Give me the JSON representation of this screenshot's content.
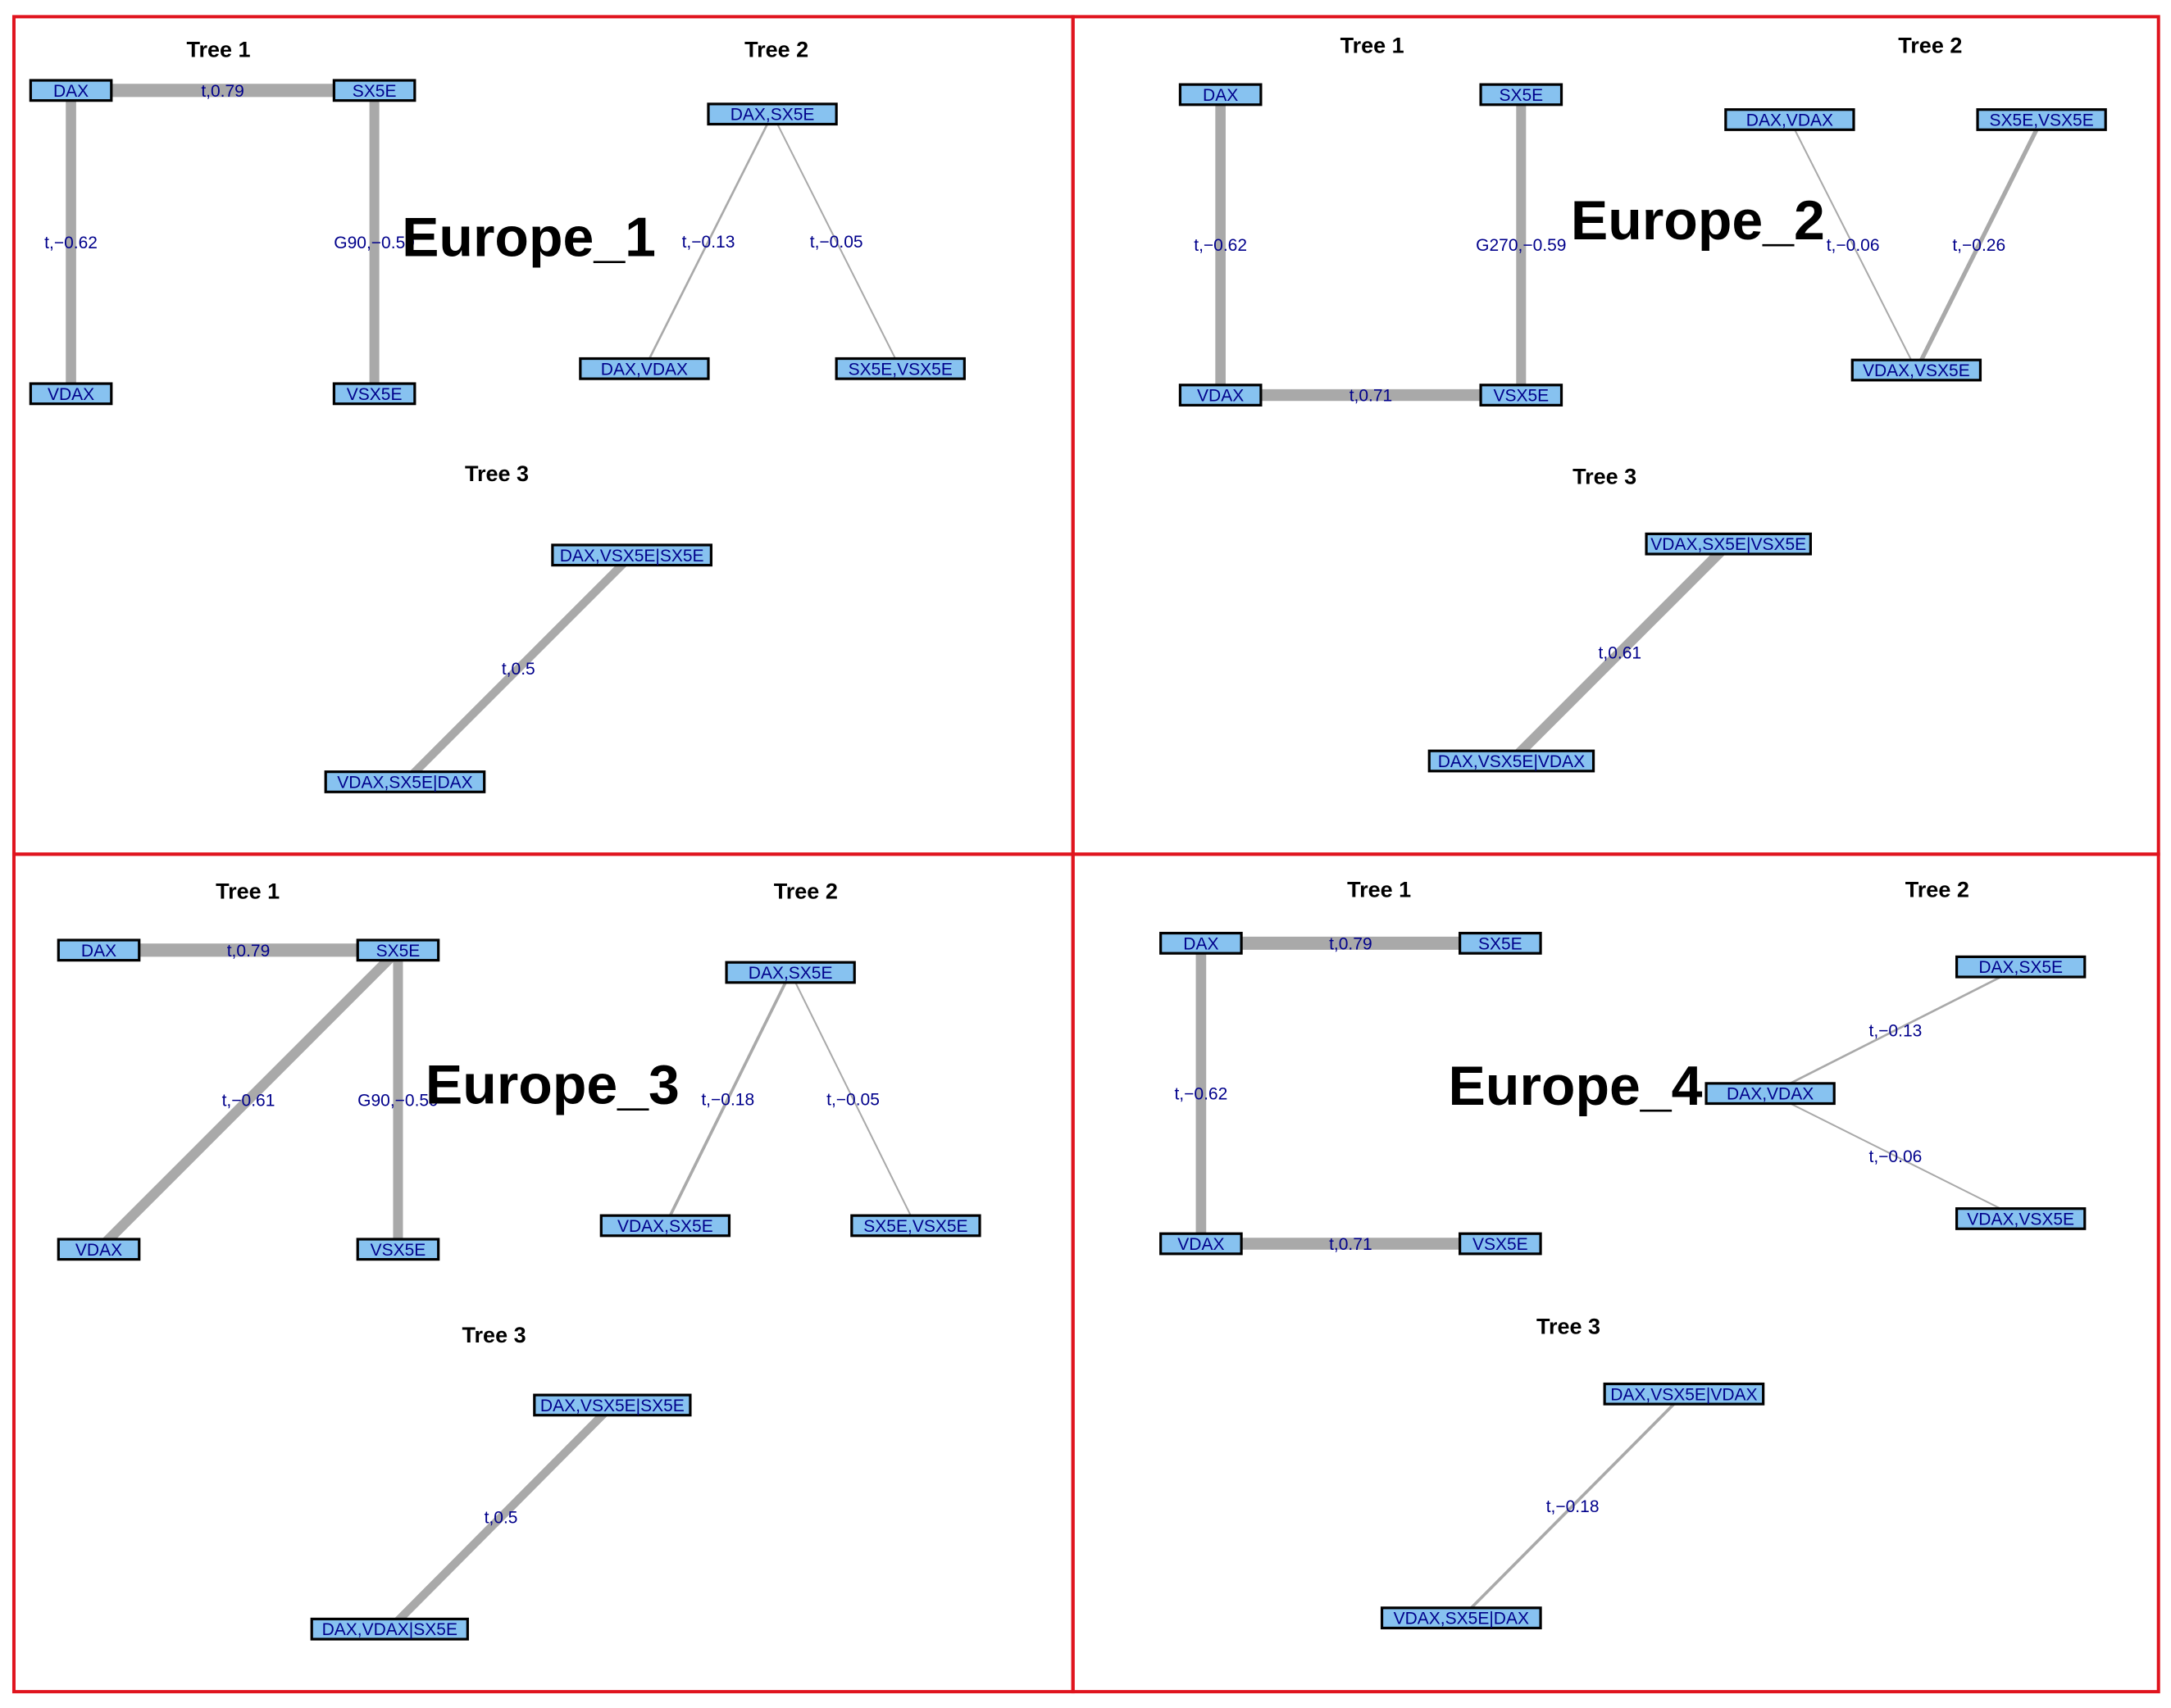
{
  "colors": {
    "frame": "#e0141e",
    "node_fill": "#87c2f0",
    "node_border": "#000000",
    "edge": "#a9a9a9",
    "label_text": "#00008b",
    "title_text": "#000000"
  },
  "panels": [
    {
      "title": "Europe_1",
      "trees": [
        {
          "title": "Tree 1",
          "nodes": [
            "DAX",
            "SX5E",
            "VDAX",
            "VSX5E"
          ],
          "edges": [
            {
              "from": "DAX",
              "to": "SX5E",
              "label": "t,0.79",
              "strength": 0.79
            },
            {
              "from": "DAX",
              "to": "VDAX",
              "label": "t,−0.62",
              "strength": 0.62
            },
            {
              "from": "SX5E",
              "to": "VSX5E",
              "label": "G90,−0.59",
              "strength": 0.59
            }
          ]
        },
        {
          "title": "Tree 2",
          "nodes": [
            "DAX,SX5E",
            "DAX,VDAX",
            "SX5E,VSX5E"
          ],
          "edges": [
            {
              "from": "DAX,SX5E",
              "to": "DAX,VDAX",
              "label": "t,−0.13",
              "strength": 0.13
            },
            {
              "from": "DAX,SX5E",
              "to": "SX5E,VSX5E",
              "label": "t,−0.05",
              "strength": 0.05
            }
          ]
        },
        {
          "title": "Tree 3",
          "nodes": [
            "DAX,VSX5E|SX5E",
            "VDAX,SX5E|DAX"
          ],
          "edges": [
            {
              "from": "DAX,VSX5E|SX5E",
              "to": "VDAX,SX5E|DAX",
              "label": "t,0.5",
              "strength": 0.5
            }
          ]
        }
      ]
    },
    {
      "title": "Europe_2",
      "trees": [
        {
          "title": "Tree 1",
          "nodes": [
            "DAX",
            "SX5E",
            "VDAX",
            "VSX5E"
          ],
          "edges": [
            {
              "from": "DAX",
              "to": "VDAX",
              "label": "t,−0.62",
              "strength": 0.62
            },
            {
              "from": "SX5E",
              "to": "VSX5E",
              "label": "G270,−0.59",
              "strength": 0.59
            },
            {
              "from": "VDAX",
              "to": "VSX5E",
              "label": "t,0.71",
              "strength": 0.71
            }
          ]
        },
        {
          "title": "Tree 2",
          "nodes": [
            "DAX,VDAX",
            "SX5E,VSX5E",
            "VDAX,VSX5E"
          ],
          "edges": [
            {
              "from": "DAX,VDAX",
              "to": "VDAX,VSX5E",
              "label": "t,−0.06",
              "strength": 0.06
            },
            {
              "from": "SX5E,VSX5E",
              "to": "VDAX,VSX5E",
              "label": "t,−0.26",
              "strength": 0.26
            }
          ]
        },
        {
          "title": "Tree 3",
          "nodes": [
            "VDAX,SX5E|VSX5E",
            "DAX,VSX5E|VDAX"
          ],
          "edges": [
            {
              "from": "VDAX,SX5E|VSX5E",
              "to": "DAX,VSX5E|VDAX",
              "label": "t,0.61",
              "strength": 0.61
            }
          ]
        }
      ]
    },
    {
      "title": "Europe_3",
      "trees": [
        {
          "title": "Tree 1",
          "nodes": [
            "DAX",
            "SX5E",
            "VDAX",
            "VSX5E"
          ],
          "edges": [
            {
              "from": "DAX",
              "to": "SX5E",
              "label": "t,0.79",
              "strength": 0.79
            },
            {
              "from": "SX5E",
              "to": "VDAX",
              "label": "t,−0.61",
              "strength": 0.61
            },
            {
              "from": "SX5E",
              "to": "VSX5E",
              "label": "G90,−0.59",
              "strength": 0.59
            }
          ]
        },
        {
          "title": "Tree 2",
          "nodes": [
            "DAX,SX5E",
            "VDAX,SX5E",
            "SX5E,VSX5E"
          ],
          "edges": [
            {
              "from": "DAX,SX5E",
              "to": "VDAX,SX5E",
              "label": "t,−0.18",
              "strength": 0.18
            },
            {
              "from": "DAX,SX5E",
              "to": "SX5E,VSX5E",
              "label": "t,−0.05",
              "strength": 0.05
            }
          ]
        },
        {
          "title": "Tree 3",
          "nodes": [
            "DAX,VSX5E|SX5E",
            "DAX,VDAX|SX5E"
          ],
          "edges": [
            {
              "from": "DAX,VSX5E|SX5E",
              "to": "DAX,VDAX|SX5E",
              "label": "t,0.5",
              "strength": 0.5
            }
          ]
        }
      ]
    },
    {
      "title": "Europe_4",
      "trees": [
        {
          "title": "Tree 1",
          "nodes": [
            "DAX",
            "SX5E",
            "VDAX",
            "VSX5E"
          ],
          "edges": [
            {
              "from": "DAX",
              "to": "SX5E",
              "label": "t,0.79",
              "strength": 0.79
            },
            {
              "from": "DAX",
              "to": "VDAX",
              "label": "t,−0.62",
              "strength": 0.62
            },
            {
              "from": "VDAX",
              "to": "VSX5E",
              "label": "t,0.71",
              "strength": 0.71
            }
          ]
        },
        {
          "title": "Tree 2",
          "nodes": [
            "DAX,SX5E",
            "DAX,VDAX",
            "VDAX,VSX5E"
          ],
          "edges": [
            {
              "from": "DAX,VDAX",
              "to": "DAX,SX5E",
              "label": "t,−0.13",
              "strength": 0.13
            },
            {
              "from": "DAX,VDAX",
              "to": "VDAX,VSX5E",
              "label": "t,−0.06",
              "strength": 0.06
            }
          ]
        },
        {
          "title": "Tree 3",
          "nodes": [
            "DAX,VSX5E|VDAX",
            "VDAX,SX5E|DAX"
          ],
          "edges": [
            {
              "from": "DAX,VSX5E|VDAX",
              "to": "VDAX,SX5E|DAX",
              "label": "t,−0.18",
              "strength": 0.18
            }
          ]
        }
      ]
    }
  ]
}
